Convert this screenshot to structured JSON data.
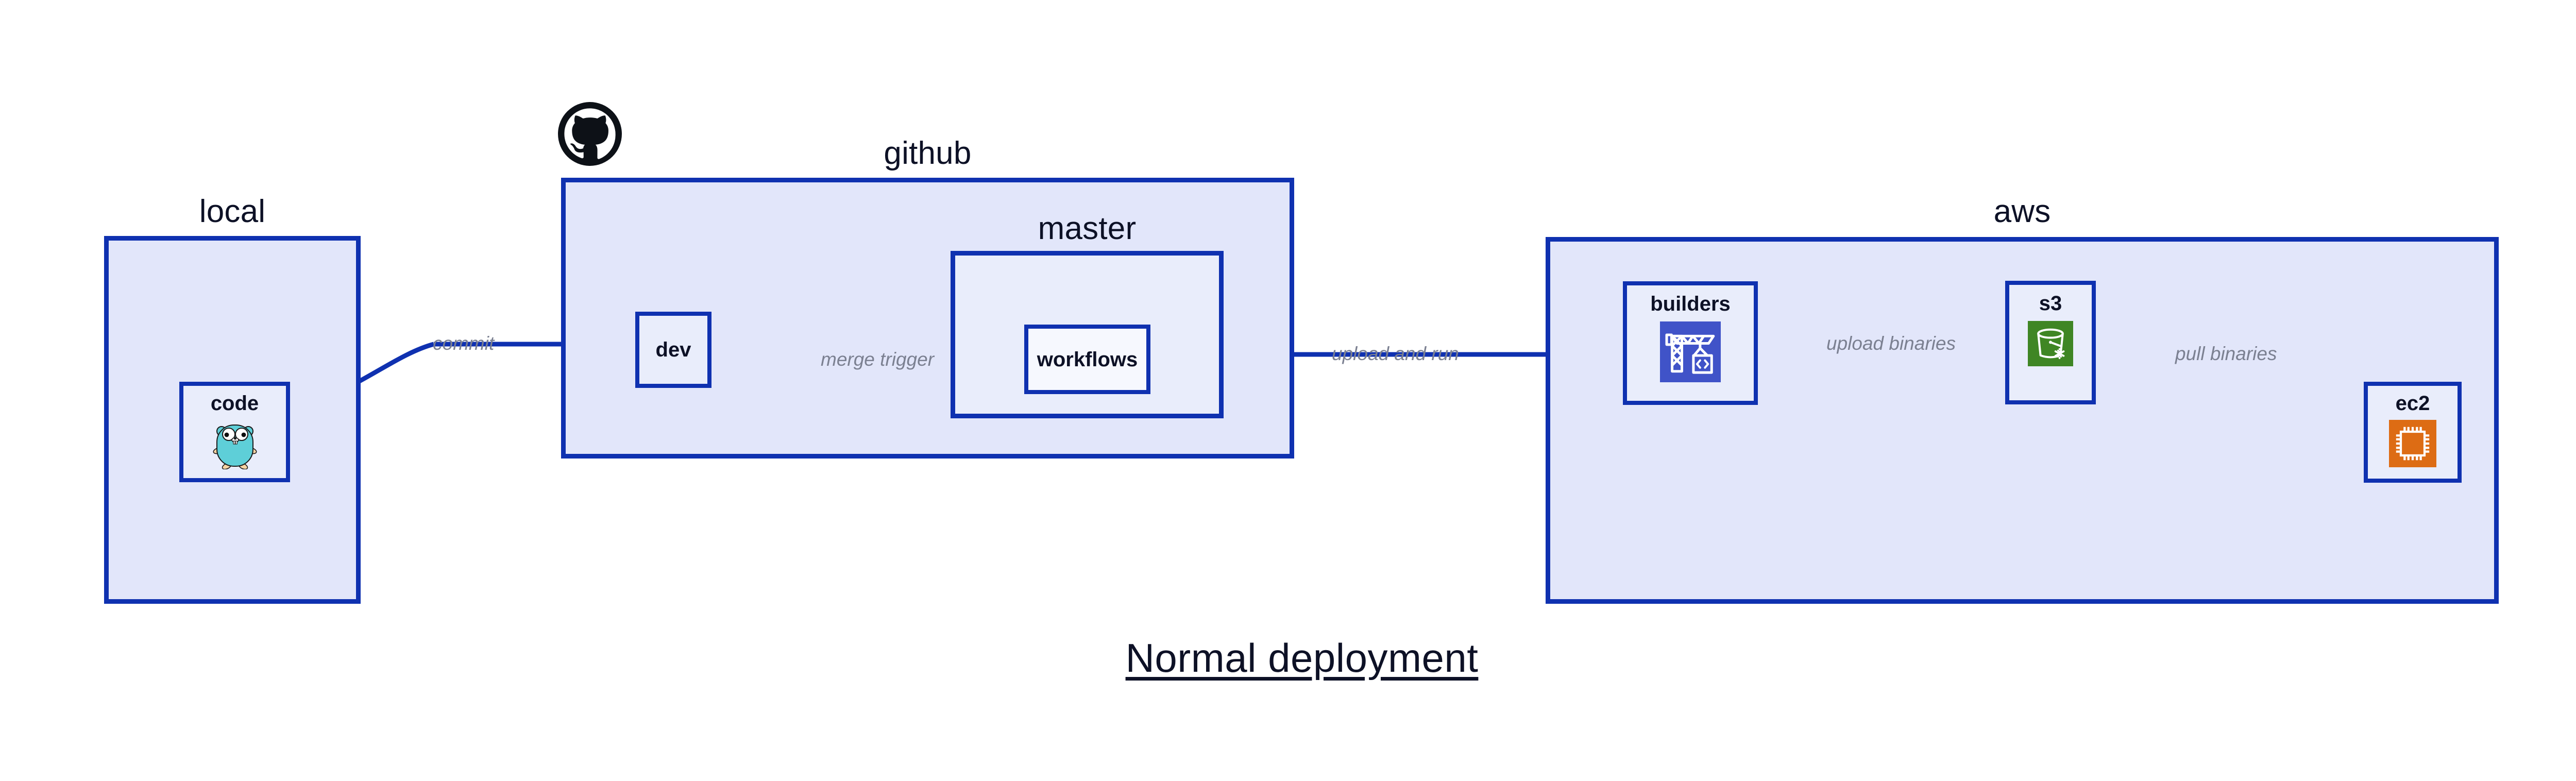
{
  "diagram": {
    "title": "Normal deployment",
    "accent_color": "#0f31b0",
    "group_fill": "#e2e6fa",
    "node_fill": "#e9edfb",
    "label_color": "#7b8091",
    "text_color": "#0d1126"
  },
  "groups": [
    {
      "id": "local",
      "label": "local"
    },
    {
      "id": "github",
      "label": "github"
    },
    {
      "id": "master",
      "label": "master"
    },
    {
      "id": "aws",
      "label": "aws"
    }
  ],
  "nodes": [
    {
      "id": "code",
      "label": "code",
      "icon": "go-gopher-icon",
      "icon_color": "#5ecfd8"
    },
    {
      "id": "dev",
      "label": "dev",
      "icon": null,
      "icon_color": null
    },
    {
      "id": "workflows",
      "label": "workflows",
      "icon": null,
      "icon_color": null
    },
    {
      "id": "builders",
      "label": "builders",
      "icon": "aws-codebuild-icon",
      "icon_color": "#4053c8"
    },
    {
      "id": "s3",
      "label": "s3",
      "icon": "aws-s3-glacier-icon",
      "icon_color": "#3f8624"
    },
    {
      "id": "ec2",
      "label": "ec2",
      "icon": "aws-ec2-chip-icon",
      "icon_color": "#dd6c14"
    }
  ],
  "edges": [
    {
      "id": "code-dev",
      "label": "commit",
      "from": "code",
      "to": "dev"
    },
    {
      "id": "dev-workflows",
      "label": "merge trigger",
      "from": "dev",
      "to": "workflows"
    },
    {
      "id": "workflows-build",
      "label": "upload and run",
      "from": "workflows",
      "to": "builders"
    },
    {
      "id": "build-s3",
      "label": "upload binaries",
      "from": "builders",
      "to": "s3"
    },
    {
      "id": "s3-ec2",
      "label": "pull binaries",
      "from": "s3",
      "to": "ec2"
    }
  ],
  "logos": [
    {
      "id": "github-logo",
      "name": "github-octocat-icon",
      "color": "#0d1117"
    }
  ]
}
